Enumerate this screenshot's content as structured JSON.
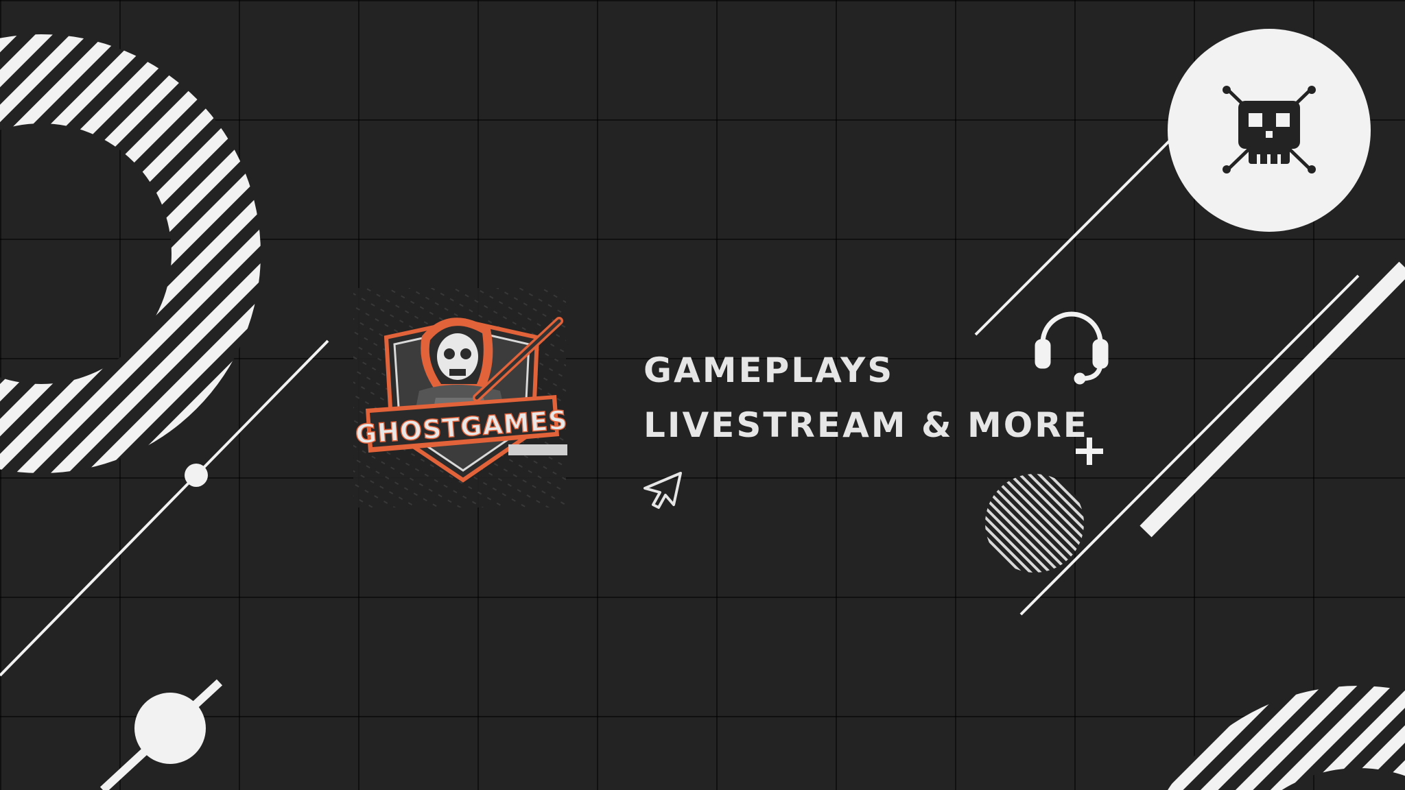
{
  "banner": {
    "tagline_line1": "GAMEPLAYS",
    "tagline_line2": "LIVESTREAM & MORE",
    "logo_text": "GHOSTGAMES"
  },
  "colors": {
    "background": "#232323",
    "grid": "#141414",
    "foreground": "#f2f2f2",
    "accent": "#e2623a",
    "text": "#e6e6e6"
  },
  "icons": [
    "skull-crossbones-icon",
    "headset-icon",
    "cursor-arrow-icon",
    "plus-icon"
  ]
}
